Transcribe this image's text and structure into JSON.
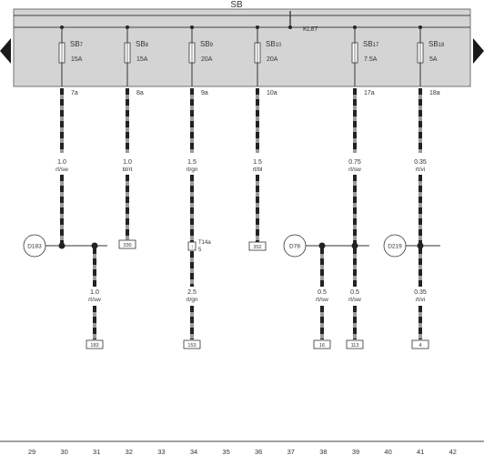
{
  "header": {
    "title": "SB",
    "bus_label": "KL87"
  },
  "fuses": [
    {
      "name": "SB",
      "num": "7",
      "rating": "15A",
      "wire_id": "7a",
      "gauge": "1.0",
      "color_code": "rt/sw",
      "terminal": ""
    },
    {
      "name": "SB",
      "num": "8",
      "rating": "15A",
      "wire_id": "8a",
      "gauge": "1.0",
      "color_code": "bl/rt",
      "terminal": "330"
    },
    {
      "name": "SB",
      "num": "9",
      "rating": "20A",
      "wire_id": "9a",
      "gauge": "1.5",
      "color_code": "rt/gn",
      "terminal": ""
    },
    {
      "name": "SB",
      "num": "10",
      "rating": "20A",
      "wire_id": "10a",
      "gauge": "1.5",
      "color_code": "rt/bl",
      "terminal": "352"
    },
    {
      "name": "SB",
      "num": "17",
      "rating": "7.5A",
      "wire_id": "17a",
      "gauge": "0.75",
      "color_code": "rt/sw",
      "terminal": ""
    },
    {
      "name": "SB",
      "num": "18",
      "rating": "5A",
      "wire_id": "18a",
      "gauge": "0.35",
      "color_code": "rt/vi",
      "terminal": ""
    }
  ],
  "connections": [
    {
      "id": "D183"
    },
    {
      "id": "D78"
    },
    {
      "id": "D219"
    }
  ],
  "connector": {
    "id": "T14a",
    "pin": "5"
  },
  "branches": [
    {
      "gauge": "1.0",
      "color_code": "rt/sw",
      "terminal": "183"
    },
    {
      "gauge": "2.5",
      "color_code": "rt/gn",
      "terminal": "153"
    },
    {
      "gauge": "0.5",
      "color_code": "rt/sw",
      "terminal": "16"
    },
    {
      "gauge": "0.5",
      "color_code": "rt/sw",
      "terminal": "113"
    },
    {
      "gauge": "0.35",
      "color_code": "rt/vi",
      "terminal": "4"
    }
  ],
  "ruler": [
    "29",
    "30",
    "31",
    "32",
    "33",
    "34",
    "35",
    "36",
    "37",
    "38",
    "39",
    "40",
    "41",
    "42"
  ],
  "nav": {
    "prev_icon": "triangle-left-icon",
    "next_icon": "triangle-right-icon"
  }
}
